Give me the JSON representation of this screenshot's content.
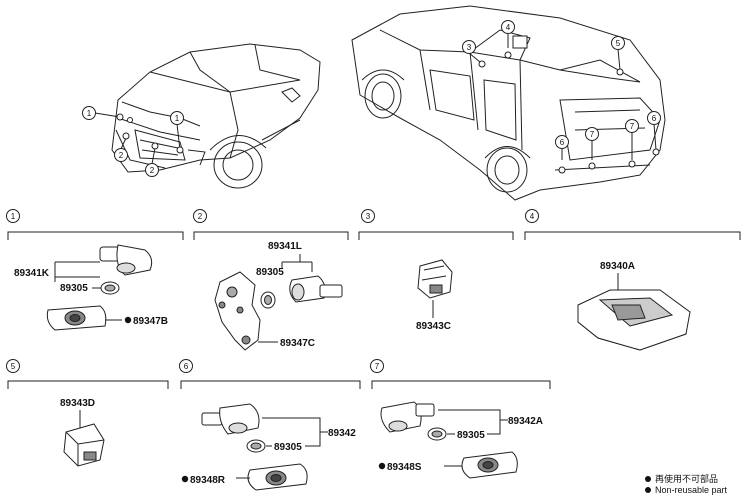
{
  "callouts": [
    "1",
    "2",
    "3",
    "4",
    "5",
    "6",
    "7"
  ],
  "sections": {
    "s1": {
      "num": "1",
      "parts": {
        "sensor": "89341K",
        "retainer": "89305",
        "holder": "89347B"
      }
    },
    "s2": {
      "num": "2",
      "parts": {
        "sensor": "89341L",
        "retainer": "89305",
        "bracket": "89347C"
      }
    },
    "s3": {
      "num": "3",
      "parts": {
        "sensor": "89343C"
      }
    },
    "s4": {
      "num": "4",
      "parts": {
        "computer": "89340A"
      }
    },
    "s5": {
      "num": "5",
      "parts": {
        "sensor": "89343D"
      }
    },
    "s6": {
      "num": "6",
      "parts": {
        "sensor": "89342",
        "retainer": "89305",
        "holder": "89348R"
      }
    },
    "s7": {
      "num": "7",
      "parts": {
        "sensor": "89342A",
        "retainer": "89305",
        "holder": "89348S"
      }
    }
  },
  "legend": {
    "line1": "再使用不可部品",
    "line2": "Non-reusable part"
  }
}
